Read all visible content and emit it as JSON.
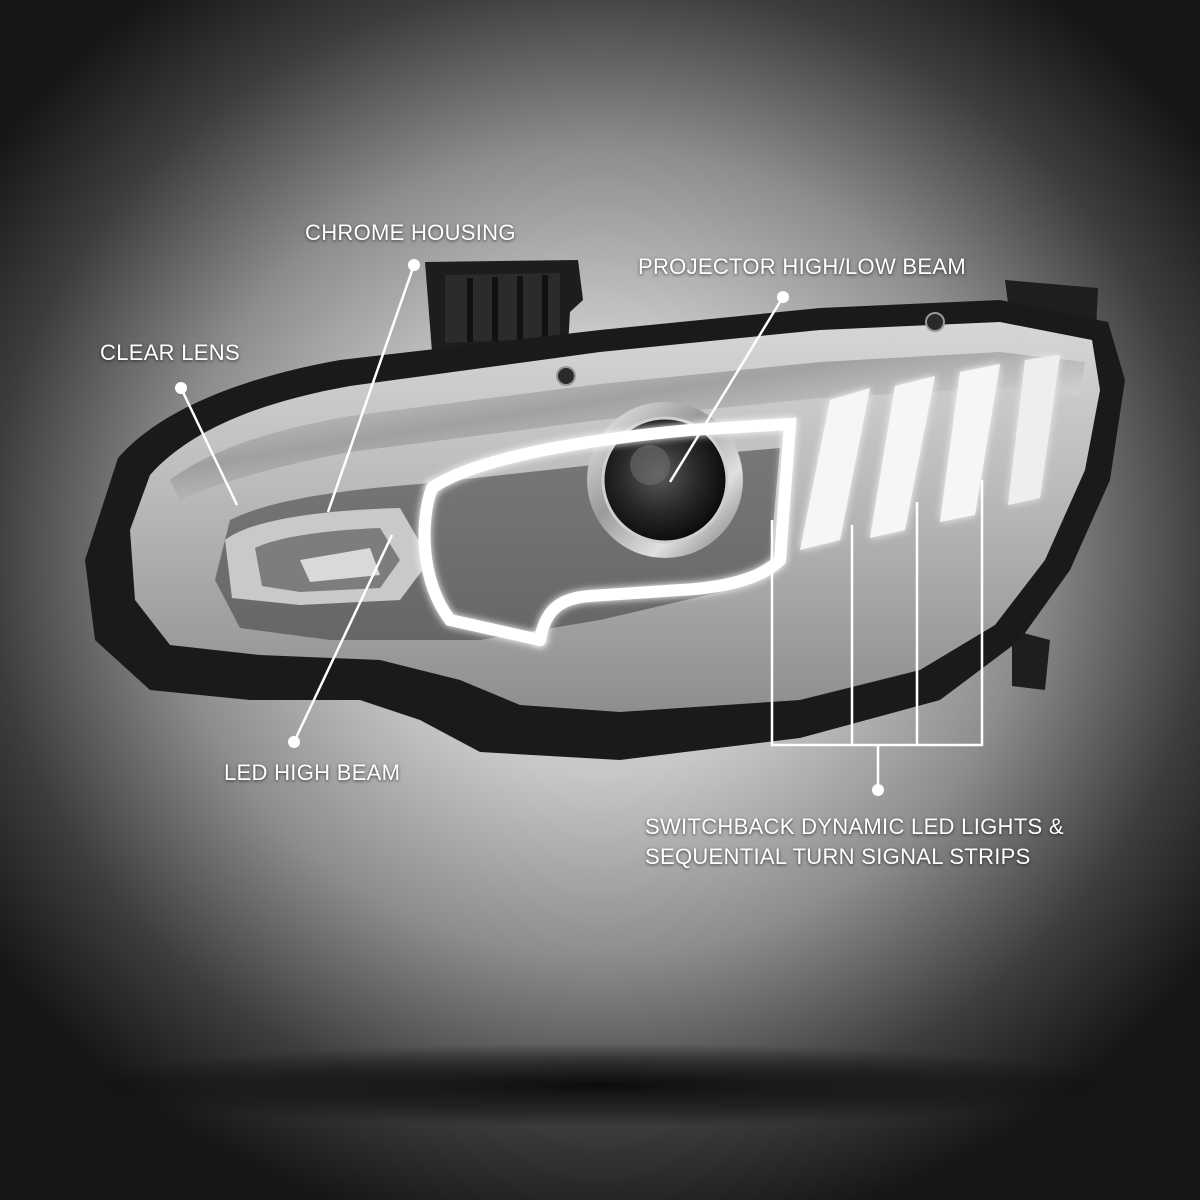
{
  "callouts": {
    "clear_lens": "CLEAR LENS",
    "chrome_housing": "CHROME HOUSING",
    "projector_beam": "PROJECTOR HIGH/LOW BEAM",
    "led_high_beam": "LED HIGH BEAM",
    "switchback_line1": "SWITCHBACK DYNAMIC LED LIGHTS &",
    "switchback_line2": "SEQUENTIAL TURN SIGNAL STRIPS"
  },
  "colors": {
    "callout_text": "#ffffff",
    "callout_line": "#ffffff",
    "housing_dark": "#1b1b1b",
    "chrome": "#e8e8e8",
    "led_glow": "#ffffff"
  }
}
